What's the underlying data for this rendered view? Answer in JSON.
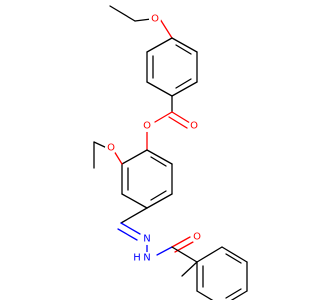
{
  "atoms": [
    {
      "id": "oxygen-ethoxy-top",
      "label": "O",
      "color": "#ff0000"
    },
    {
      "id": "oxygen-carbonyl-ester",
      "label": "O",
      "color": "#ff0000"
    },
    {
      "id": "oxygen-ester-link",
      "label": "O",
      "color": "#ff0000"
    },
    {
      "id": "oxygen-ethoxy-middle",
      "label": "O",
      "color": "#ff0000"
    },
    {
      "id": "nitrogen-imine",
      "label": "N",
      "color": "#0000ff"
    },
    {
      "id": "nitrogen-amide",
      "label": "N",
      "color": "#0000ff"
    },
    {
      "id": "hydrogen-amide",
      "label": "H",
      "color": "#0000ff"
    },
    {
      "id": "oxygen-amide-carbonyl",
      "label": "O",
      "color": "#ff0000"
    }
  ],
  "colors": {
    "carbon_bond": "#000000",
    "oxygen": "#ff0000",
    "nitrogen": "#0000ff",
    "background": "#ffffff"
  }
}
